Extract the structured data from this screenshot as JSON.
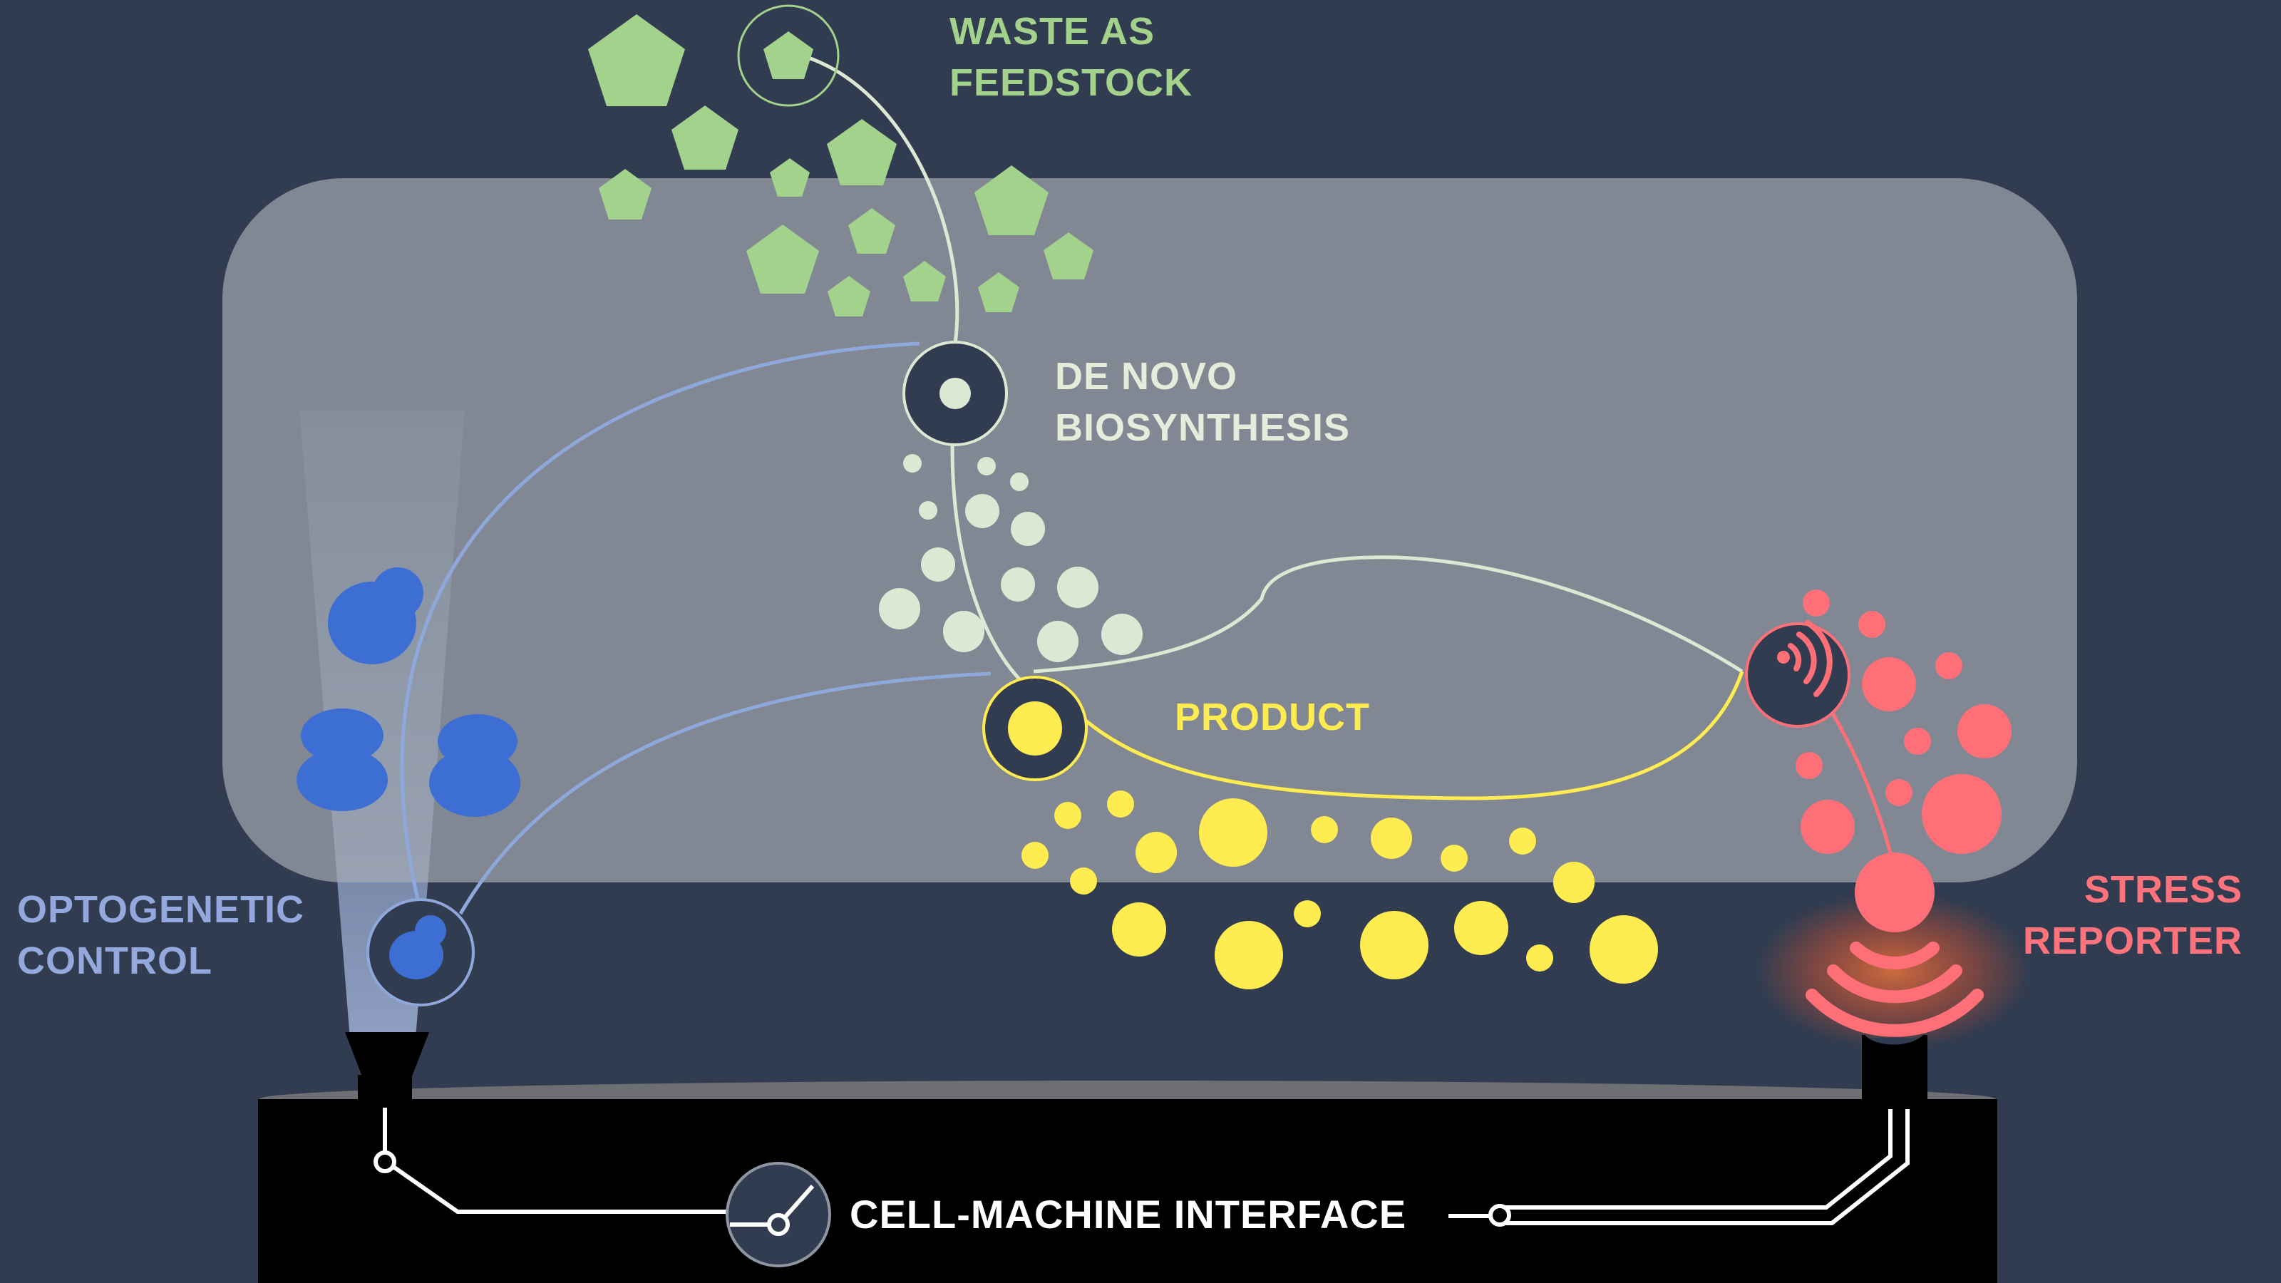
{
  "labels": {
    "waste": [
      "WASTE AS",
      "FEEDSTOCK"
    ],
    "denovo": [
      "DE NOVO",
      "BIOSYNTHESIS"
    ],
    "product": "PRODUCT",
    "optogenetic": [
      "OPTOGENETIC",
      "CONTROL"
    ],
    "stress": [
      "STRESS",
      "REPORTER"
    ],
    "interface": "CELL-MACHINE INTERFACE"
  },
  "icons": {
    "waste": "pentagon-icon",
    "denovo": "cell-dot-icon",
    "product": "product-dot-icon",
    "optogenetic": "cell-cluster-icon",
    "stress": "signal-waves-icon",
    "interface": "switch-icon"
  },
  "colors": {
    "background": "#323c50",
    "vessel": "#7e8490",
    "waste": "#a3d28c",
    "denovo": "#dde8d4",
    "product": "#ffec50",
    "optogenetic": "#4e7bd6",
    "optogenetic_line": "#8fa8dc",
    "stress": "#ff6f78",
    "machine": "#000000"
  }
}
